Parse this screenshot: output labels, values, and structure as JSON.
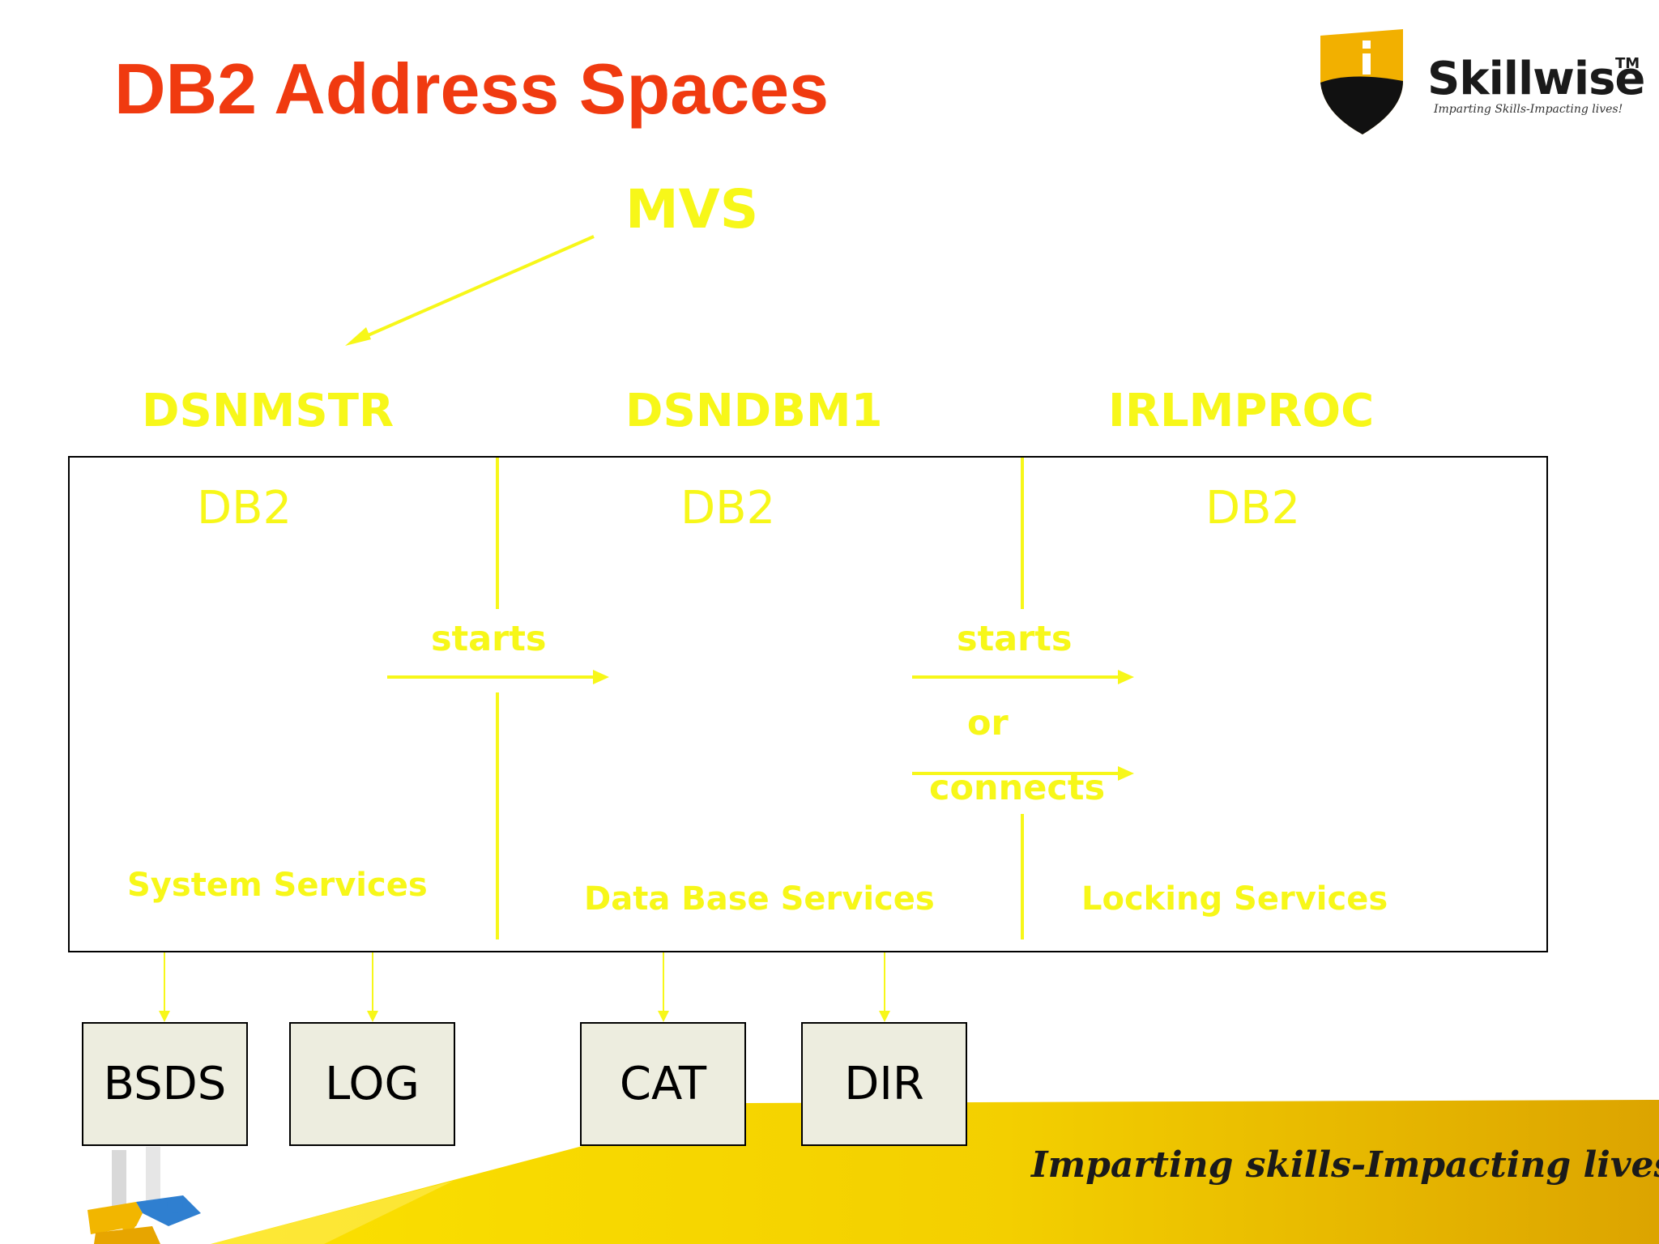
{
  "slide": {
    "title": "DB2 Address Spaces"
  },
  "logo": {
    "name": "Skillwise",
    "trademark": "TM",
    "tagline": "Imparting Skills-Impacting lives!"
  },
  "diagram": {
    "root": "MVS",
    "address_spaces": [
      {
        "name": "DSNMSTR",
        "label": "DB2",
        "service": "System Services"
      },
      {
        "name": "DSNDBM1",
        "label": "DB2",
        "service": "Data Base Services"
      },
      {
        "name": "IRLMPROC",
        "label": "DB2",
        "service": "Locking Services"
      }
    ],
    "relations": {
      "first": "starts",
      "second_a": "starts",
      "second_or": "or",
      "second_b": "connects"
    },
    "data_stores": [
      "BSDS",
      "LOG",
      "CAT",
      "DIR"
    ]
  },
  "footer": {
    "tagline": "Imparting skills-Impacting lives!"
  },
  "colors": {
    "title": "#f03a10",
    "diagram_text": "#f7f719",
    "footer_gold": "#f5c800"
  }
}
